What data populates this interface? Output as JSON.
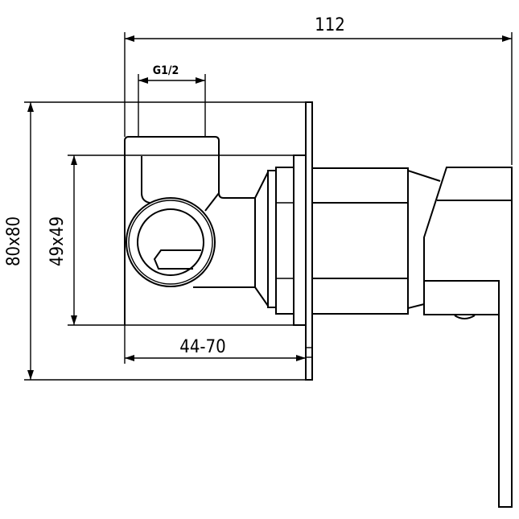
{
  "title": "Concealed shower mixer dimensions",
  "dimensions": {
    "overall_depth": "112",
    "inlet_thread": "G1/2",
    "plate_size": "80x80",
    "box_size": "49x49",
    "wall_depth_range": "44-70"
  },
  "colors": {
    "line": "#000000",
    "background": "#ffffff"
  }
}
